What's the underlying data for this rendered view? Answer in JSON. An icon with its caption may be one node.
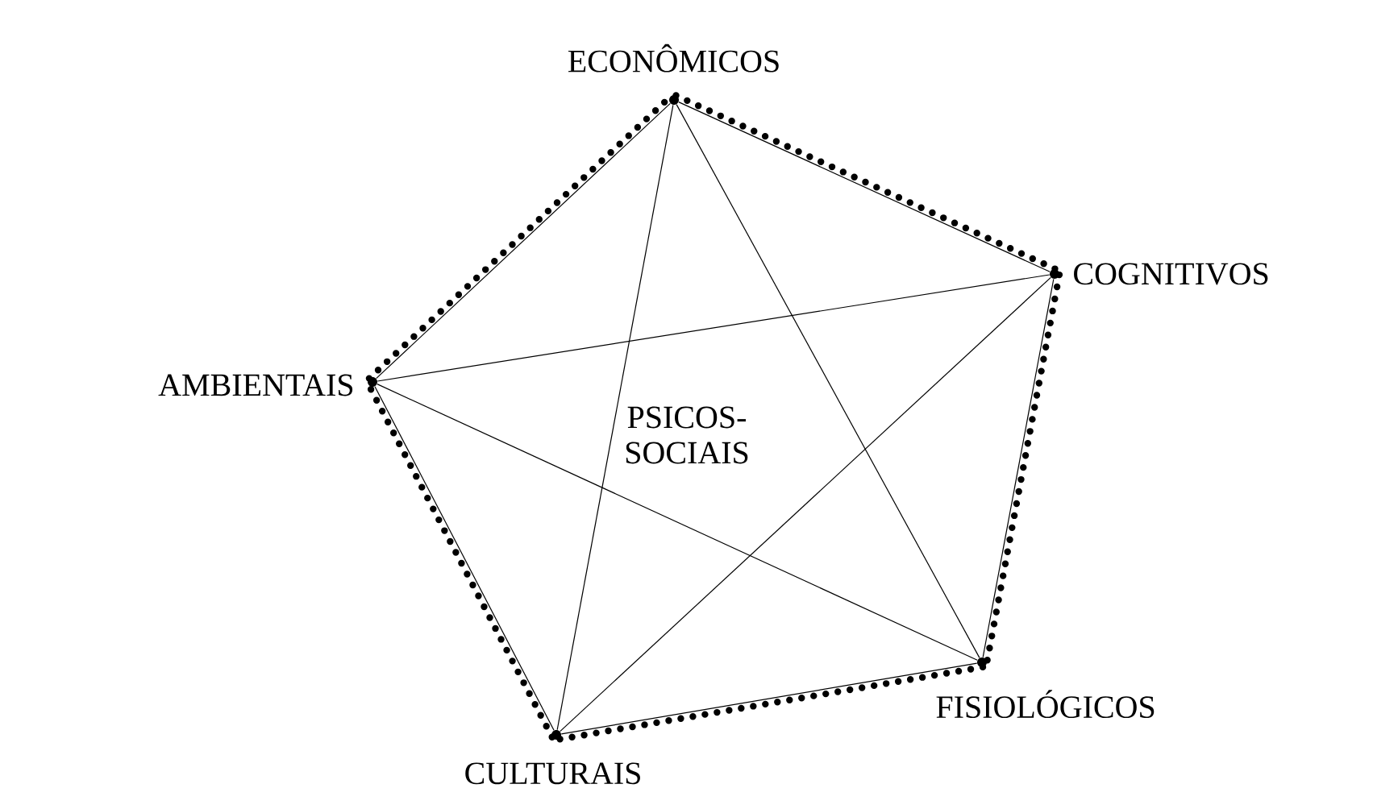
{
  "diagram": {
    "nodes": [
      {
        "text": [],
        "shape": "circle",
        "beside": [
          "ECONÔMICOS"
        ]
      },
      {
        "text": [],
        "shape": "circle",
        "beside": [
          "COGNITIVOS"
        ]
      },
      {
        "text": [],
        "shape": "circle",
        "beside": [
          "FISIOLÓGICOS"
        ]
      },
      {
        "text": [],
        "shape": "circle",
        "beside": [
          "CULTURAIS"
        ]
      },
      {
        "text": [],
        "shape": "circle",
        "beside": [
          "AMBIENTAIS"
        ]
      }
    ],
    "edges": [
      {
        "from": 0,
        "to": 1,
        "arrow": "none",
        "style": "dashed"
      },
      {
        "from": 1,
        "to": 2,
        "arrow": "none",
        "style": "dashed"
      },
      {
        "from": 2,
        "to": 3,
        "arrow": "none",
        "style": "dashed"
      },
      {
        "from": 3,
        "to": 4,
        "arrow": "none",
        "style": "dashed"
      },
      {
        "from": 4,
        "to": 0,
        "arrow": "none",
        "style": "dashed"
      },
      {
        "from": 0,
        "to": 1,
        "arrow": "none"
      },
      {
        "from": 1,
        "to": 2,
        "arrow": "none"
      },
      {
        "from": 2,
        "to": 3,
        "arrow": "none"
      },
      {
        "from": 3,
        "to": 4,
        "arrow": "none"
      },
      {
        "from": 4,
        "to": 0,
        "arrow": "none"
      },
      {
        "from": 0,
        "to": 2,
        "arrow": "none"
      },
      {
        "from": 0,
        "to": 3,
        "arrow": "none"
      },
      {
        "from": 1,
        "to": 4,
        "arrow": "none"
      },
      {
        "from": 1,
        "to": 3,
        "arrow": "none"
      },
      {
        "from": 4,
        "to": 2,
        "arrow": "none"
      }
    ],
    "labels": [
      "PSICOS- SOCIAIS"
    ]
  }
}
